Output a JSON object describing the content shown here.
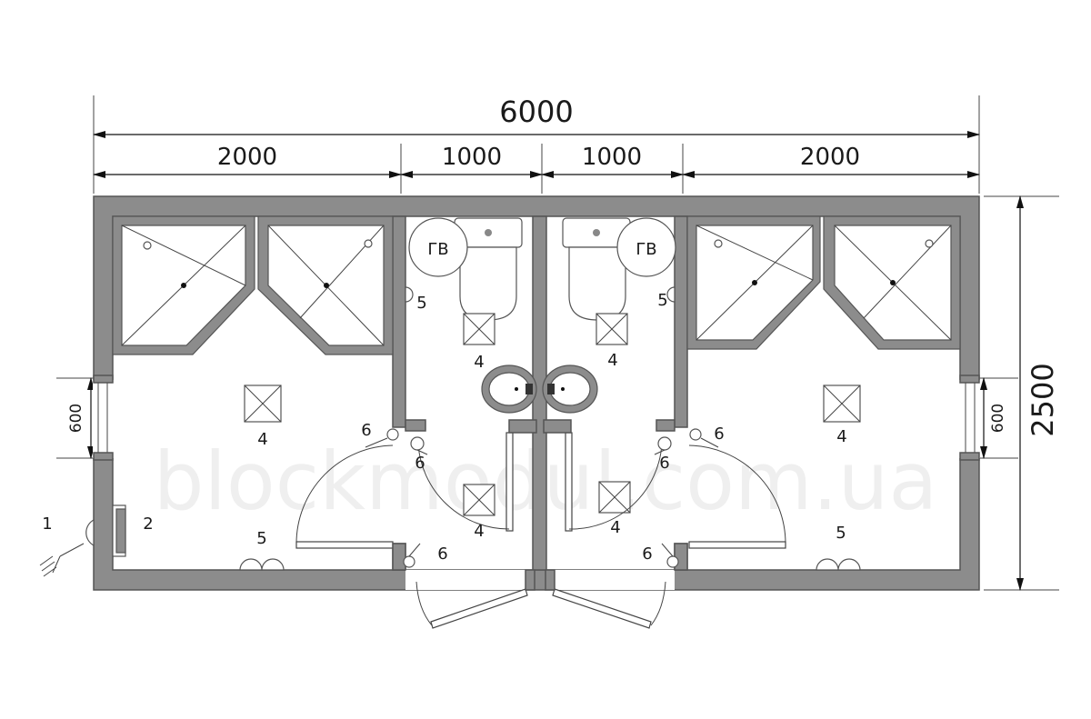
{
  "dimensions": {
    "total_width": "6000",
    "left_room": "2000",
    "left_wc": "1000",
    "right_wc": "1000",
    "right_room": "2000",
    "height": "2500",
    "left_window": "600",
    "right_window": "600"
  },
  "labels": {
    "gv_left": "ГВ",
    "gv_right": "ГВ",
    "marker_1": "1",
    "marker_2": "2",
    "marker_4_left_room": "4",
    "marker_4_left_wc_top": "4",
    "marker_4_left_wc_bottom": "4",
    "marker_4_right_wc_top": "4",
    "marker_4_right_wc_bottom": "4",
    "marker_4_right_room": "4",
    "marker_5_left_room": "5",
    "marker_5_left_wc": "5",
    "marker_5_right_wc": "5",
    "marker_5_right_room": "5",
    "marker_6_left_a": "6",
    "marker_6_left_b": "6",
    "marker_6_left_c": "6",
    "marker_6_right_a": "6",
    "marker_6_right_b": "6",
    "marker_6_right_c": "6"
  },
  "watermark": "blockmodul.com.ua",
  "colors": {
    "wall": "#8c8c8c",
    "line": "#444444",
    "background": "#ffffff"
  }
}
